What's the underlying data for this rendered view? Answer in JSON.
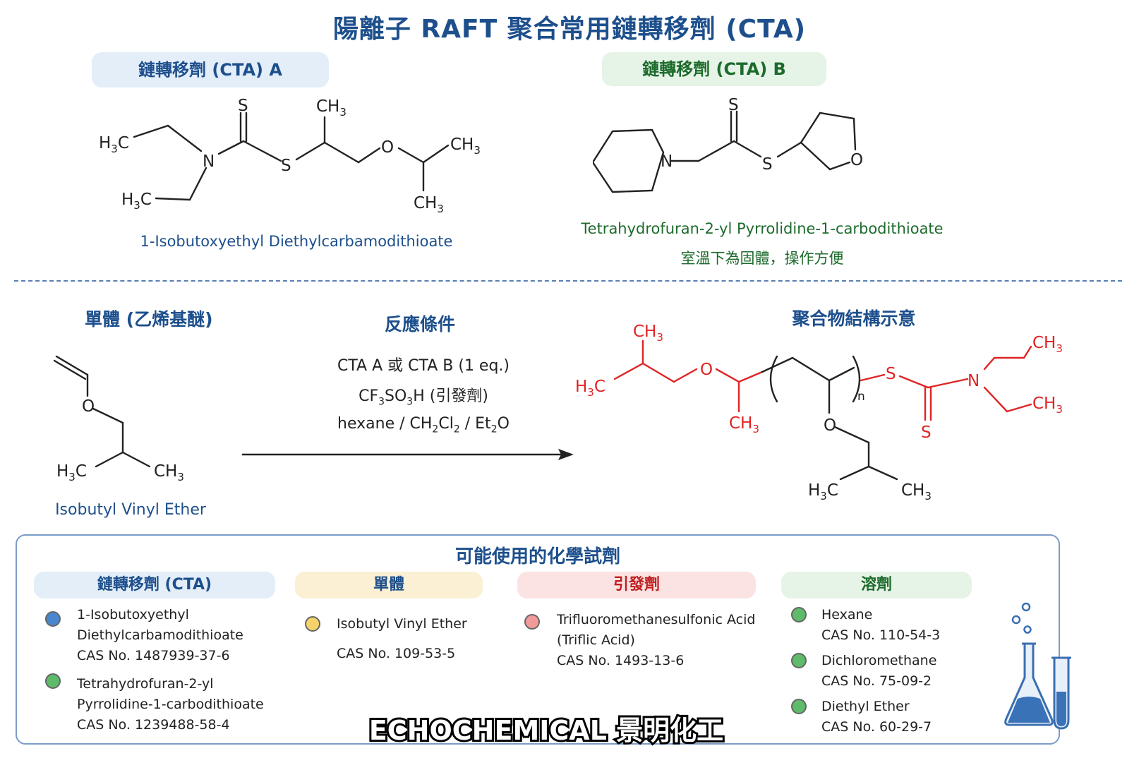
{
  "title": "陽離子 RAFT 聚合常用鏈轉移劑 (CTA)",
  "cta_a": {
    "label": "鏈轉移劑 (CTA) A",
    "name": "1-Isobutoxyethyl Diethylcarbamodithioate"
  },
  "cta_b": {
    "label": "鏈轉移劑 (CTA) B",
    "name": "Tetrahydrofuran-2-yl Pyrrolidine-1-carbodithioate",
    "note": "室溫下為固體，操作方便"
  },
  "monomer": {
    "heading": "單體 (乙烯基醚)",
    "name": "Isobutyl Vinyl Ether"
  },
  "conditions": {
    "heading": "反應條件",
    "line1": "CTA A 或 CTA B (1 eq.)",
    "line2_a": "CF",
    "line2_b": "SO",
    "line2_c": "H (引發劑)",
    "line3_a": "hexane / CH",
    "line3_b": "Cl",
    "line3_c": " / Et",
    "line3_d": "O"
  },
  "polymer": {
    "heading": "聚合物結構示意"
  },
  "reagents": {
    "title": "可能使用的化學試劑",
    "categories": {
      "cta": "鏈轉移劑 (CTA)",
      "monomer": "單體",
      "initiator": "引發劑",
      "solvent": "溶劑"
    },
    "cta_items": [
      {
        "line1": "1-Isobutoxyethyl",
        "line2": "Diethylcarbamodithioate",
        "cas": "CAS No. 1487939-37-6",
        "color": "#4a86cf"
      },
      {
        "line1": "Tetrahydrofuran-2-yl",
        "line2": "Pyrrolidine-1-carbodithioate",
        "cas": "CAS No. 1239488-58-4",
        "color": "#5dbb6a"
      }
    ],
    "monomer_items": [
      {
        "line1": "Isobutyl Vinyl Ether",
        "cas": "CAS No. 109-53-5",
        "color": "#f6d36a"
      }
    ],
    "initiator_items": [
      {
        "line1": "Trifluoromethanesulfonic Acid",
        "line2": "(Triflic Acid)",
        "cas": "CAS No. 1493-13-6",
        "color": "#f29a9a"
      }
    ],
    "solvent_items": [
      {
        "line1": "Hexane",
        "cas": "CAS No. 110-54-3",
        "color": "#5dbb6a"
      },
      {
        "line1": "Dichloromethane",
        "cas": "CAS No. 75-09-2",
        "color": "#5dbb6a"
      },
      {
        "line1": "Diethyl Ether",
        "cas": "CAS No. 60-29-7",
        "color": "#5dbb6a"
      }
    ]
  },
  "atoms": {
    "s": "S",
    "n": "N",
    "o": "O",
    "ch": "CH",
    "h": "H",
    "c": "C",
    "sub2": "2",
    "sub3": "3",
    "subn": "n"
  },
  "watermark": "ECHOCHEMICAL 景明化工",
  "icons": {
    "flask": "erlenmeyer-flask-icon",
    "tube": "test-tube-icon"
  },
  "colors": {
    "title_blue": "#1d4f8c",
    "green": "#1d6b2c",
    "red": "#e02424"
  }
}
